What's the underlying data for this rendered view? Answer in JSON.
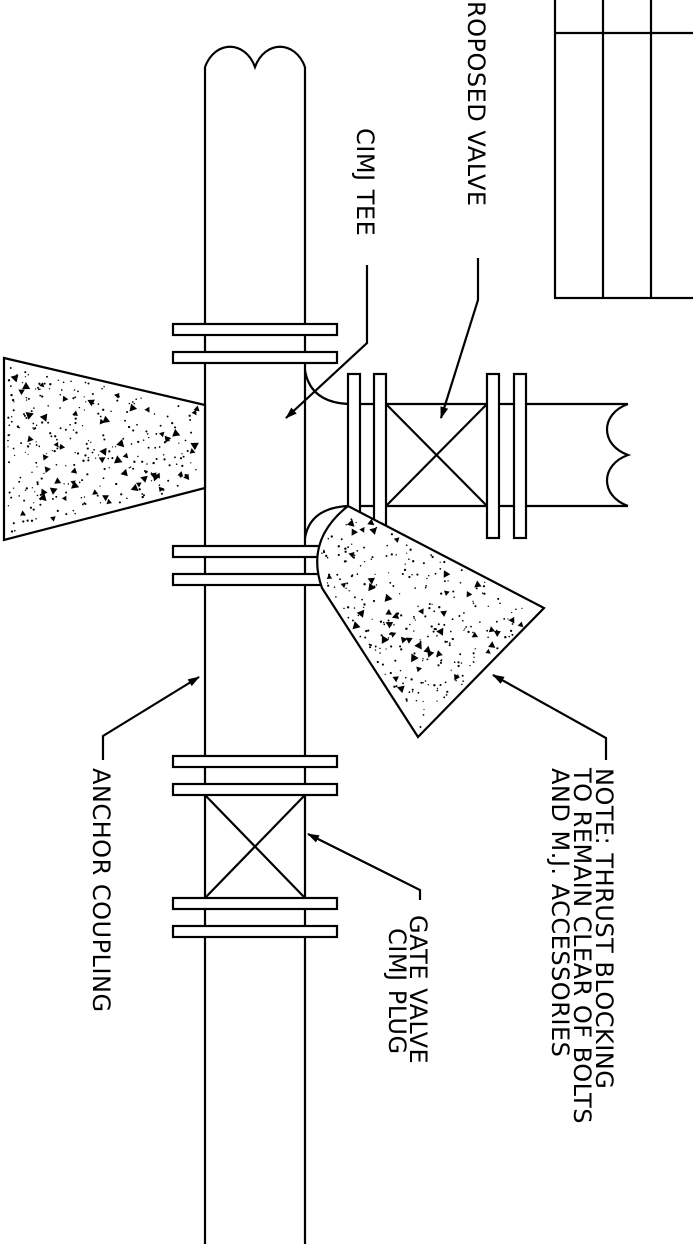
{
  "labels": {
    "proposed_valve": "PROPOSED VALVE",
    "cimj_tee": "CIMJ TEE",
    "anchor_coupling": "ANCHOR COUPLING",
    "gate_valve": "GATE VALVE",
    "cimj_plug": "CIMJ PLUG",
    "note_line1": "NOTE:  THRUST BLOCKING",
    "note_line2": "TO REMAIN CLEAR OF BOLTS",
    "note_line3": "AND M.J. ACCESSORIES"
  },
  "colors": {
    "line": "#000000",
    "background": "#ffffff"
  }
}
